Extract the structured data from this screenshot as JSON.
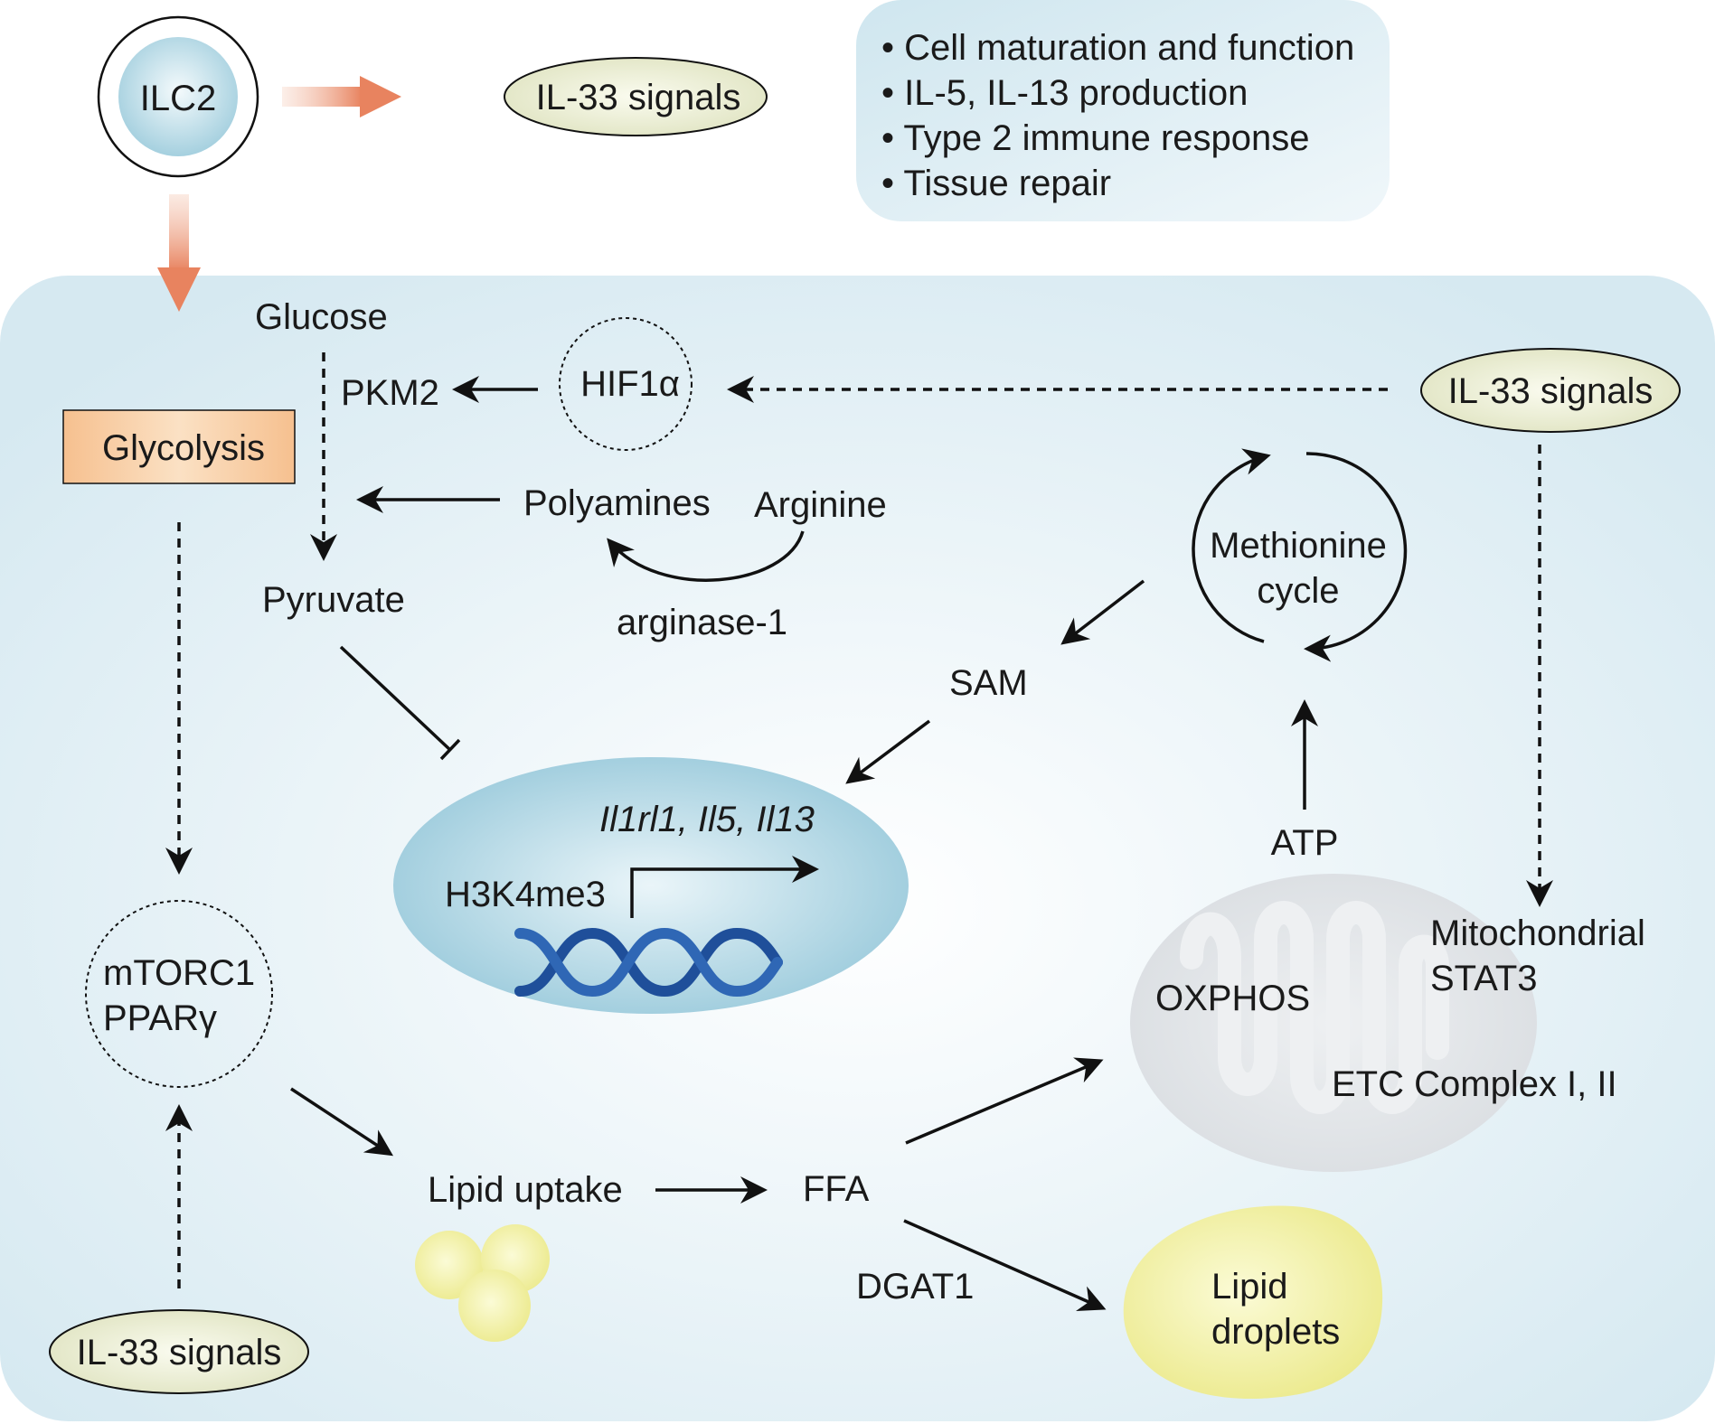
{
  "cell_label": "ILC2",
  "il33": {
    "top": "IL-33 signals",
    "right": "IL-33 signals",
    "bottom": "IL-33 signals"
  },
  "effects": [
    "• Cell maturation and function",
    "• IL-5, IL-13 production",
    "• Type 2 immune response",
    "• Tissue repair"
  ],
  "glycolysis": {
    "glucose": "Glucose",
    "pkm2": "PKM2",
    "box": "Glycolysis",
    "pyruvate": "Pyruvate",
    "hif1a": "HIF1α"
  },
  "arginine_pathway": {
    "polyamines": "Polyamines",
    "arginine": "Arginine",
    "enzyme": "arginase-1"
  },
  "methionine": {
    "line1": "Methionine",
    "line2": "cycle",
    "sam": "SAM",
    "atp": "ATP"
  },
  "nucleus": {
    "genes": "Il1rl1, Il5, Il13",
    "mark": "H3K4me3"
  },
  "mtorc": {
    "line1": "mTORC1",
    "line2": "PPARγ"
  },
  "mitochondria": {
    "label1": "Mitochondrial",
    "label2": "STAT3",
    "oxphos": "OXPHOS",
    "etc": "ETC Complex I, II"
  },
  "lipids": {
    "uptake": "Lipid uptake",
    "ffa": "FFA",
    "dgat1": "DGAT1",
    "droplets1": "Lipid",
    "droplets2": "droplets"
  },
  "colors": {
    "cell_bg": "#dfeef4",
    "orange_arrow": "#e8835f",
    "il33_fill": "#eef0dc",
    "glycolysis_fill": "#f8cfa0",
    "lipid_fill": "#f3f2a8",
    "nucleus_fill": "#a9d3e2",
    "dna": "#1f4f9a"
  }
}
